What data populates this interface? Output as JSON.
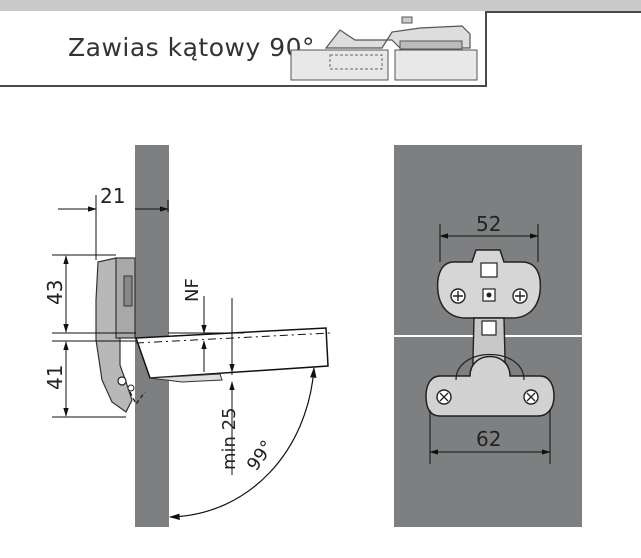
{
  "header": {
    "title": "Zawias kątowy 90°"
  },
  "side_view": {
    "dim_top_width": "21",
    "dim_upper_height": "43",
    "dim_lower_height": "41",
    "dim_nf": "NF",
    "dim_min": "min 25",
    "dim_angle": "99°"
  },
  "front_view": {
    "dim_plate_width": "52",
    "dim_cup_width": "62"
  },
  "colors": {
    "panel": "#7d7f80",
    "hinge": "#b4b4b4",
    "line": "#111111"
  }
}
